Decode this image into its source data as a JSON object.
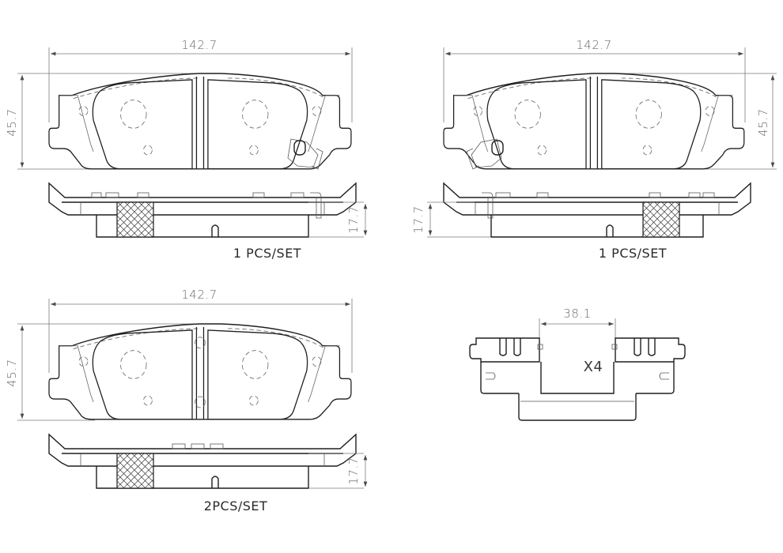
{
  "drawing": {
    "type": "brake pad technical drawing",
    "units": "mm",
    "views": [
      {
        "id": "pad-top-left",
        "width_dim": "142.7",
        "height_dim": "45.7",
        "thickness_dim": "17.7",
        "quantity_label": "1 PCS/SET",
        "has_wear_sensor": true,
        "sensor_side": "right"
      },
      {
        "id": "pad-top-right",
        "width_dim": "142.7",
        "height_dim": "45.7",
        "thickness_dim": "17.7",
        "quantity_label": "1 PCS/SET",
        "has_wear_sensor": true,
        "sensor_side": "left"
      },
      {
        "id": "pad-bottom-left",
        "width_dim": "142.7",
        "height_dim": "45.7",
        "thickness_dim": "17.7",
        "quantity_label": "2PCS/SET",
        "has_wear_sensor": false
      }
    ],
    "hardware_clip": {
      "width_dim": "38.1",
      "quantity_label": "X4"
    }
  }
}
